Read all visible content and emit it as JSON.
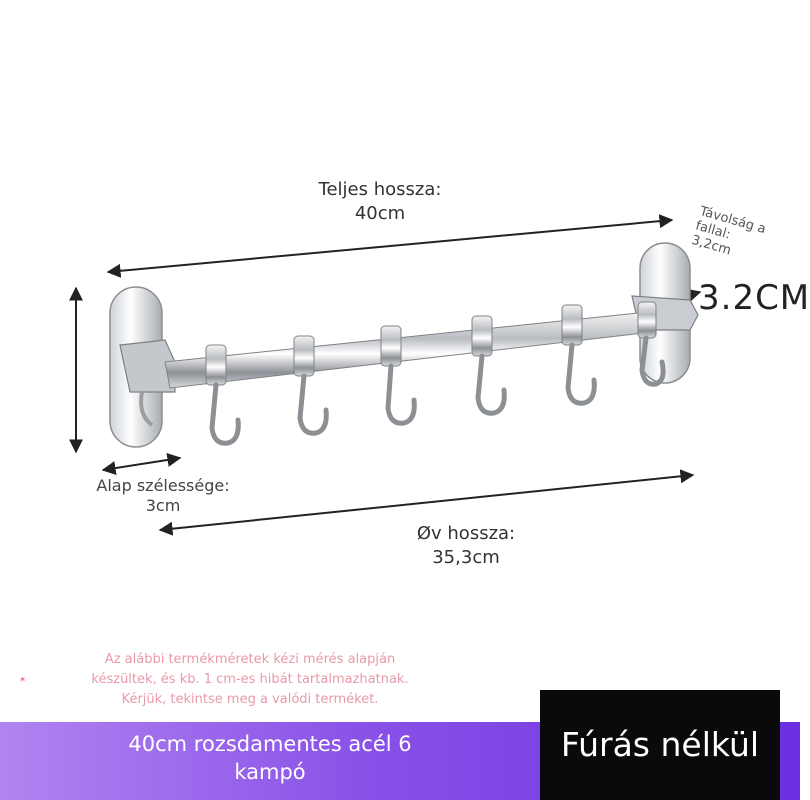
{
  "dimensions": {
    "total_length": {
      "label": "Teljes hossza:",
      "value": "40cm"
    },
    "wall_distance": {
      "label": "Távolság a fallal: 3,2cm"
    },
    "height": {
      "value": "3.2CM"
    },
    "base_width": {
      "label": "Alap szélessége: 3cm"
    },
    "rail_length": {
      "label": "Øv hossza:",
      "value": "35,3cm"
    }
  },
  "disclaimer": {
    "marker": "*",
    "lines": [
      "Az alábbi termékméretek kézi mérés alapján",
      "készültek, és kb. 1 cm-es hibát tartalmazhatnak.",
      "Kérjük, tekintse meg a valódi terméket."
    ]
  },
  "banner": {
    "text": "40cm rozsdamentes acél 6 kampó"
  },
  "badge": {
    "text": "Fúrás nélkül"
  },
  "colors": {
    "banner_start": "#b084f0",
    "banner_end": "#6a30e0",
    "badge_bg": "#0a0a0a",
    "disclaimer": "#e89aa8",
    "arrow": "#222222"
  }
}
